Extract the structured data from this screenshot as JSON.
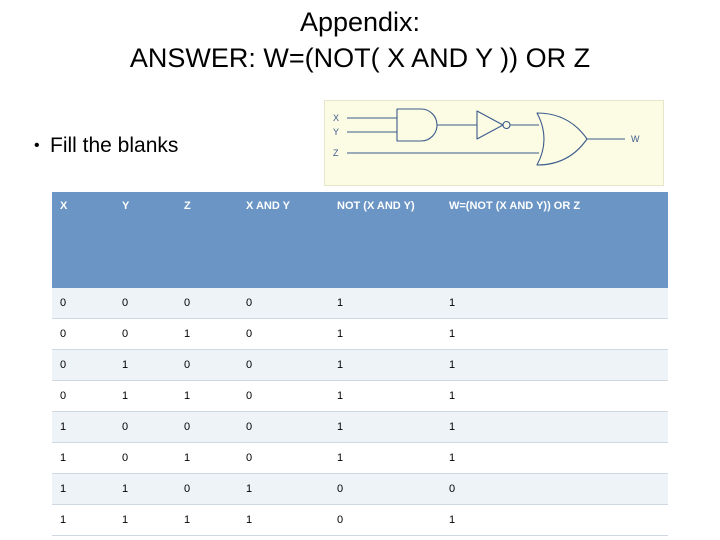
{
  "title": {
    "line1": "Appendix:",
    "line2": "ANSWER: W=(NOT( X AND Y )) OR Z"
  },
  "bullet": {
    "marker": "•",
    "text": "Fill the blanks"
  },
  "circuit": {
    "input_labels": [
      "X",
      "Y",
      "Z"
    ],
    "output_label": "W",
    "gates": [
      "and-gate",
      "not-gate",
      "or-gate"
    ],
    "background_color": "#fcfce4"
  },
  "table": {
    "header_color": "#6a95c5",
    "headers": [
      "X",
      "Y",
      "Z",
      "X AND Y",
      "NOT (X AND Y)",
      "W=(NOT (X AND Y)) OR Z"
    ],
    "rows": [
      [
        "0",
        "0",
        "0",
        "0",
        "1",
        "1"
      ],
      [
        "0",
        "0",
        "1",
        "0",
        "1",
        "1"
      ],
      [
        "0",
        "1",
        "0",
        "0",
        "1",
        "1"
      ],
      [
        "0",
        "1",
        "1",
        "0",
        "1",
        "1"
      ],
      [
        "1",
        "0",
        "0",
        "0",
        "1",
        "1"
      ],
      [
        "1",
        "0",
        "1",
        "0",
        "1",
        "1"
      ],
      [
        "1",
        "1",
        "0",
        "1",
        "0",
        "0"
      ],
      [
        "1",
        "1",
        "1",
        "1",
        "0",
        "1"
      ]
    ]
  }
}
